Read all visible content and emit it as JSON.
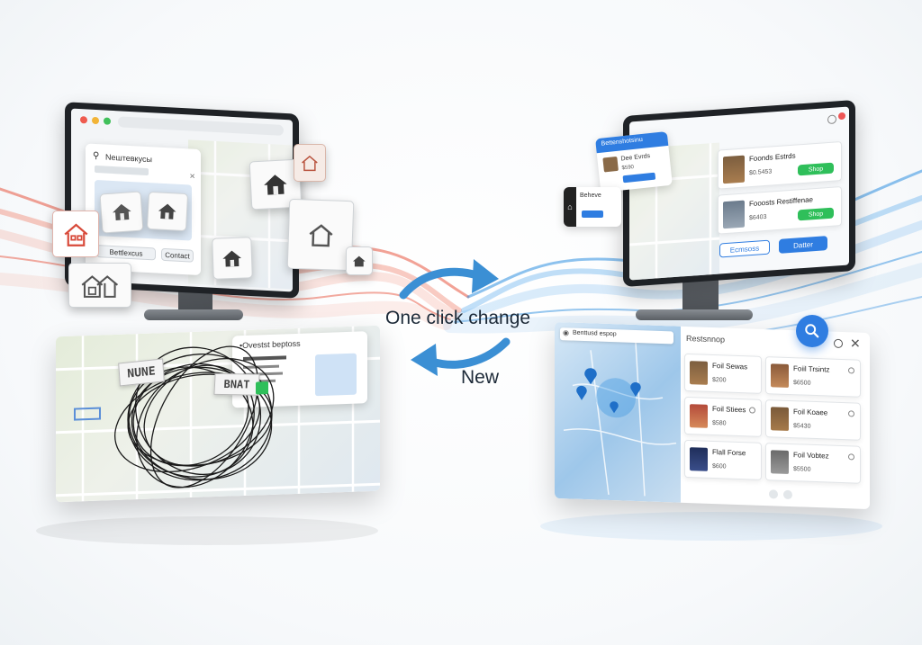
{
  "center": {
    "one_click_change": "One click change",
    "new_label": "New"
  },
  "old_monitor": {
    "search_text": "Nештевкусы",
    "button_left": "Bettlexcus",
    "button_right": "Contact"
  },
  "old_map_panel": {
    "header": "•Ovestst beptoss",
    "sticker_1": "NUNE",
    "sticker_2": "BNAT"
  },
  "new_monitor": {
    "popup_title": "Bettenshotsinu",
    "popup_item_title": "Dee Evrds",
    "popup_item_price": "$590",
    "side_card_title": "Beheve",
    "listings": [
      {
        "title": "Fооnds Estrds",
        "price": "$0.5453",
        "button": "Shop"
      },
      {
        "title": "Fooosts Restiffenae",
        "price": "$6403",
        "button": "Shop"
      }
    ],
    "btn_outline": "Ecmsoss",
    "btn_solid": "Datter"
  },
  "new_panel": {
    "map_search": "Benttusd espop",
    "list_header": "Restsnnop",
    "listings": [
      {
        "title": "Foil Sewas",
        "price": "$200"
      },
      {
        "title": "Foiil Trsintz",
        "price": "$6500"
      },
      {
        "title": "Foil Stiees",
        "price": "$580"
      },
      {
        "title": "Foil Koaee",
        "price": "$5430"
      },
      {
        "title": "Flall Forse",
        "price": "$600"
      },
      {
        "title": "Foil Vobtez",
        "price": "$5500"
      }
    ]
  },
  "colors": {
    "old_wave": "#e8553f",
    "new_wave": "#2f8fe0",
    "arrow": "#3b8fd4",
    "green": "#2fbf5a",
    "blue_btn": "#2f7de1"
  }
}
